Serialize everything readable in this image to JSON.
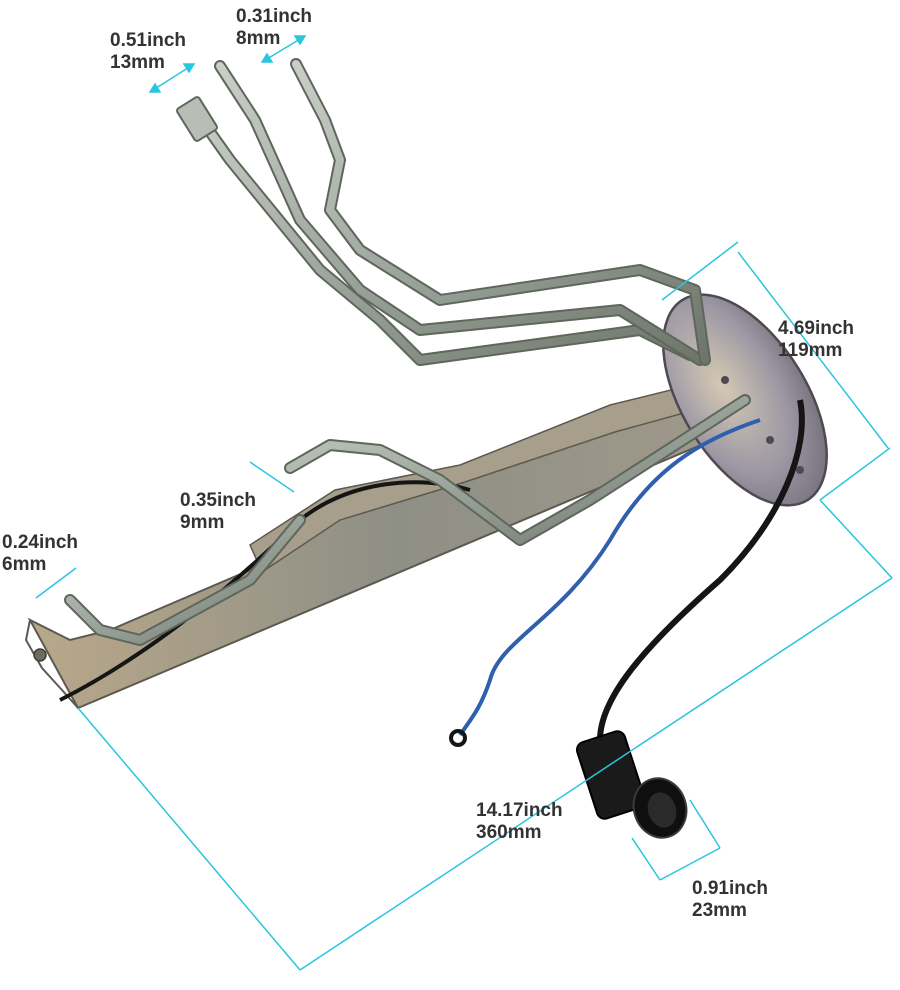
{
  "colors": {
    "dimension_line": "#29c6de",
    "label_text": "#333333",
    "metal": "#9aa39a",
    "metal_dark": "#5f665c",
    "bracket": "#8f8a6a",
    "wire_blue": "#2f5fae",
    "wire_black": "#151515"
  },
  "dimensions": [
    {
      "id": "tube-outlet-large",
      "imperial": "0.51inch",
      "metric": "13mm"
    },
    {
      "id": "tube-outlet-small",
      "imperial": "0.31inch",
      "metric": "8mm"
    },
    {
      "id": "flange-diameter",
      "imperial": "4.69inch",
      "metric": "119mm"
    },
    {
      "id": "tube-return",
      "imperial": "0.35inch",
      "metric": "9mm"
    },
    {
      "id": "tube-pickup",
      "imperial": "0.24inch",
      "metric": "6mm"
    },
    {
      "id": "overall-length",
      "imperial": "14.17inch",
      "metric": "360mm"
    },
    {
      "id": "connector-width",
      "imperial": "0.91inch",
      "metric": "23mm"
    }
  ],
  "icons": [
    "fuel-sending-unit-icon",
    "electrical-connector-icon",
    "ring-terminal-icon"
  ]
}
